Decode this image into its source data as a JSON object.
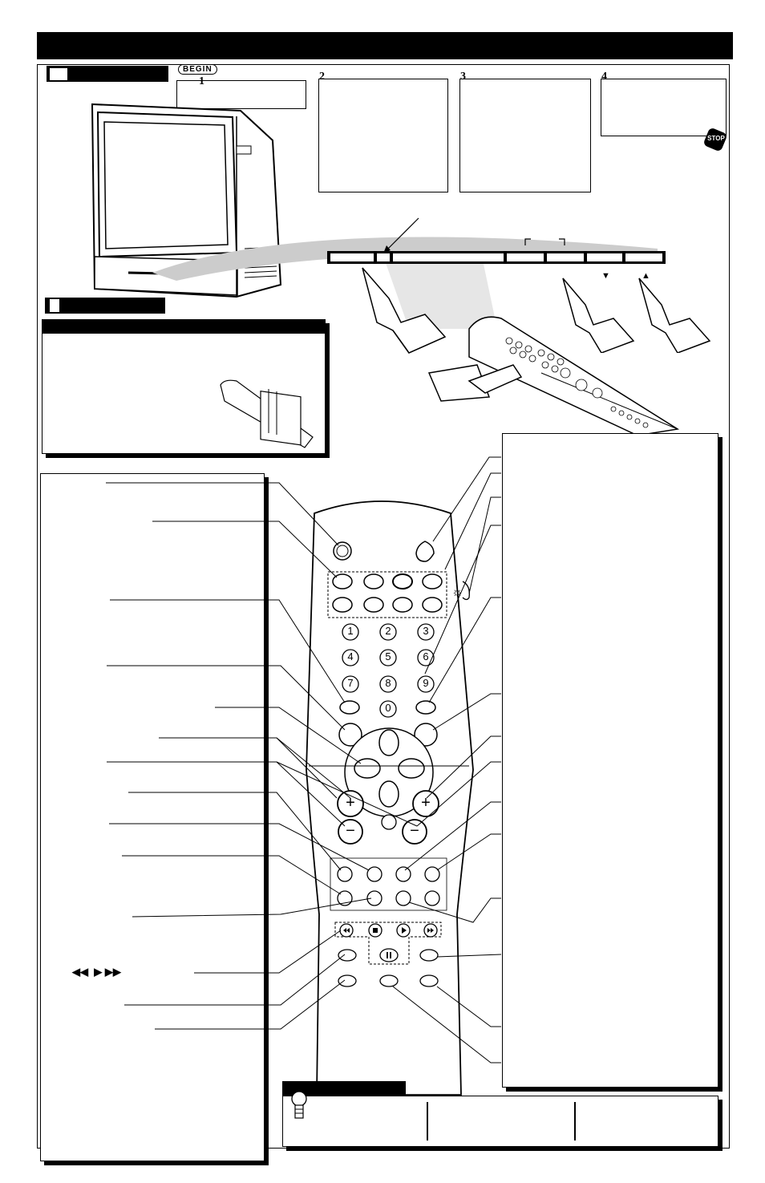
{
  "begin_badge": "BEGIN",
  "steps": [
    {
      "number": "1"
    },
    {
      "number": "2"
    },
    {
      "number": "3"
    },
    {
      "number": "4"
    }
  ],
  "stop_sign": "STOP",
  "down_arrow": "▼",
  "up_arrow": "▲",
  "remote": {
    "numbers": [
      "1",
      "2",
      "3",
      "4",
      "5",
      "6",
      "7",
      "8",
      "9",
      "0"
    ],
    "plus": "+",
    "minus": "−",
    "transport_labels": "◀◀  ▶ ▶▶",
    "sun_icon": "☼"
  }
}
